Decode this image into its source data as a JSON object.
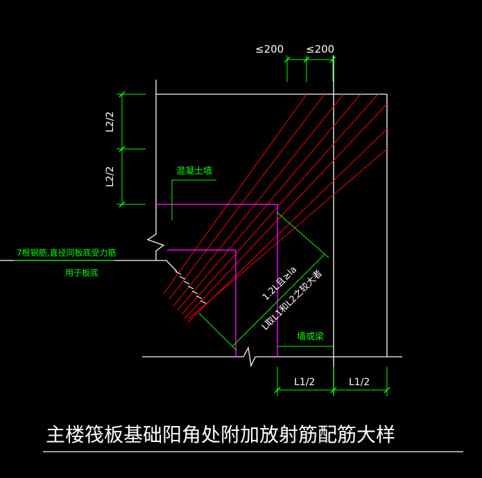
{
  "colors": {
    "background": "#000000",
    "outline": "#ffffff",
    "dimension": "#00ff00",
    "rebar": "#ff0000",
    "beam": "#ff00ff",
    "label": "#00ff00",
    "title": "#ffffff"
  },
  "labels": {
    "dim_top_left": "≤200",
    "dim_top_right": "≤200",
    "dim_l2_upper": "L2/2",
    "dim_l2_lower": "L2/2",
    "concrete_wall": "混凝土墙",
    "rebar_note_line1": "7根钢筋,直径同板底受力筋",
    "rebar_note_line2": "用于板底",
    "diag_length": "1.2L且≥la",
    "diag_note": "L取L1和L2之较大者",
    "wall_or_beam": "墙或梁",
    "dim_l1_left": "L1/2",
    "dim_l1_right": "L1/2"
  },
  "title": "主楼筏板基础阳角处附加放射筋配筋大样"
}
